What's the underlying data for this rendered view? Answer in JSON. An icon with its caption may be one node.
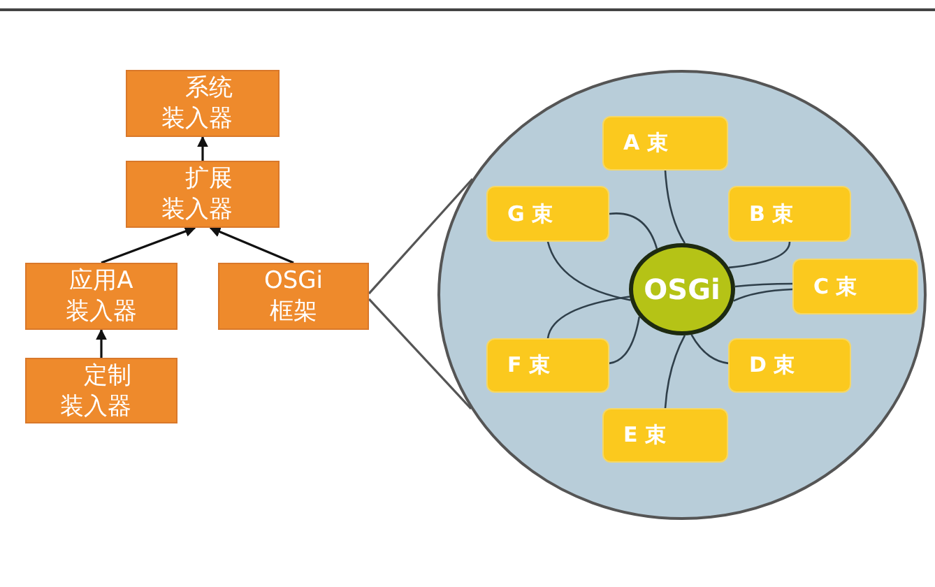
{
  "diagram": {
    "nodes": [
      {
        "text": [
          "系统装入器"
        ]
      },
      {
        "text": [
          "扩展装入器"
        ]
      },
      {
        "text": [
          "应用A 装入器"
        ]
      },
      {
        "text": [
          "OSGi 框架"
        ]
      },
      {
        "text": [
          "定制装入器"
        ]
      },
      {
        "text": [],
        "shape": "circle"
      },
      {
        "text": [
          "OSGi"
        ],
        "in": 5
      },
      {
        "text": [
          "A 束"
        ],
        "in": 5
      },
      {
        "text": [
          "G 束"
        ],
        "in": 5
      },
      {
        "text": [
          "B 束"
        ],
        "in": 5
      },
      {
        "text": [
          "C 束"
        ],
        "in": 5
      },
      {
        "text": [
          "F 束"
        ],
        "in": 5
      },
      {
        "text": [
          "D 束"
        ],
        "in": 5
      },
      {
        "text": [
          "E 束"
        ],
        "in": 5
      }
    ],
    "edges": [
      {
        "from": 1,
        "to": 0,
        "arrow": "to"
      },
      {
        "from": 2,
        "to": 1,
        "arrow": "to"
      },
      {
        "from": 3,
        "to": 1,
        "arrow": "to"
      },
      {
        "from": 4,
        "to": 2,
        "arrow": "to"
      },
      {
        "from": 3,
        "to": 5,
        "arrow": "none"
      },
      {
        "from": 3,
        "to": 5,
        "arrow": "none"
      },
      {
        "from": 7,
        "to": 6,
        "arrow": "none"
      },
      {
        "from": 8,
        "to": 6,
        "arrow": "none"
      },
      {
        "from": 8,
        "to": 6,
        "arrow": "none"
      },
      {
        "from": 9,
        "to": 6,
        "arrow": "none"
      },
      {
        "from": 10,
        "to": 6,
        "arrow": "none"
      },
      {
        "from": 10,
        "to": 6,
        "arrow": "none"
      },
      {
        "from": 11,
        "to": 6,
        "arrow": "none"
      },
      {
        "from": 11,
        "to": 6,
        "arrow": "none"
      },
      {
        "from": 12,
        "to": 6,
        "arrow": "none"
      },
      {
        "from": 13,
        "to": 6,
        "arrow": "none"
      }
    ]
  }
}
